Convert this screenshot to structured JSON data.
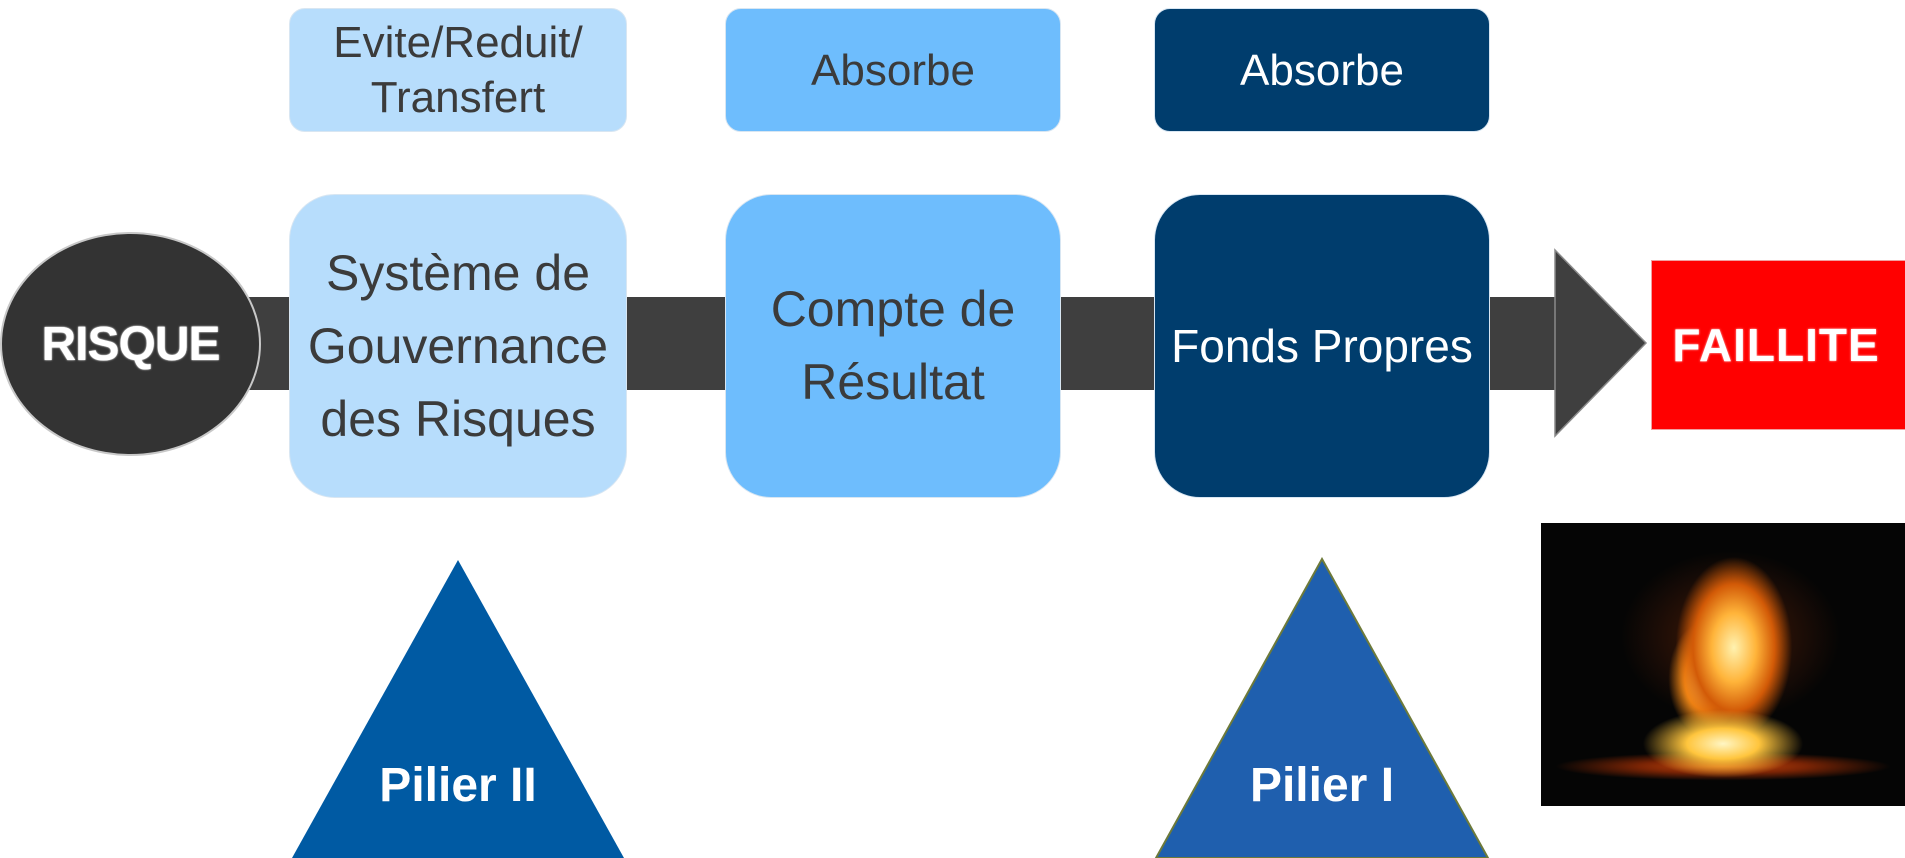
{
  "risk": {
    "label": "RISQUE"
  },
  "top_labels": [
    {
      "text": "Evite/Reduit/ Transfert"
    },
    {
      "text": "Absorbe"
    },
    {
      "text": "Absorbe"
    }
  ],
  "stages": [
    {
      "line1": "Système de",
      "line2": "Gouvernance",
      "line3": "des Risques"
    },
    {
      "line1": "Compte de",
      "line2": "Résultat"
    },
    {
      "line1": "Fonds Propres"
    }
  ],
  "outcome": {
    "label": "FAILLITE"
  },
  "pillars": [
    {
      "label": "Pilier II"
    },
    {
      "label": "Pilier I"
    }
  ],
  "colors": {
    "risk": "#333333",
    "light_blue": "#b7ddfc",
    "mid_blue": "#6ebdfd",
    "dark_blue": "#003d6d",
    "pillar_2": "#005aa3",
    "pillar_1": "#1f5fae",
    "faillite": "#ff0000",
    "arrow": "#3f3f3f"
  },
  "icons": {
    "explosion": "explosion-image"
  }
}
